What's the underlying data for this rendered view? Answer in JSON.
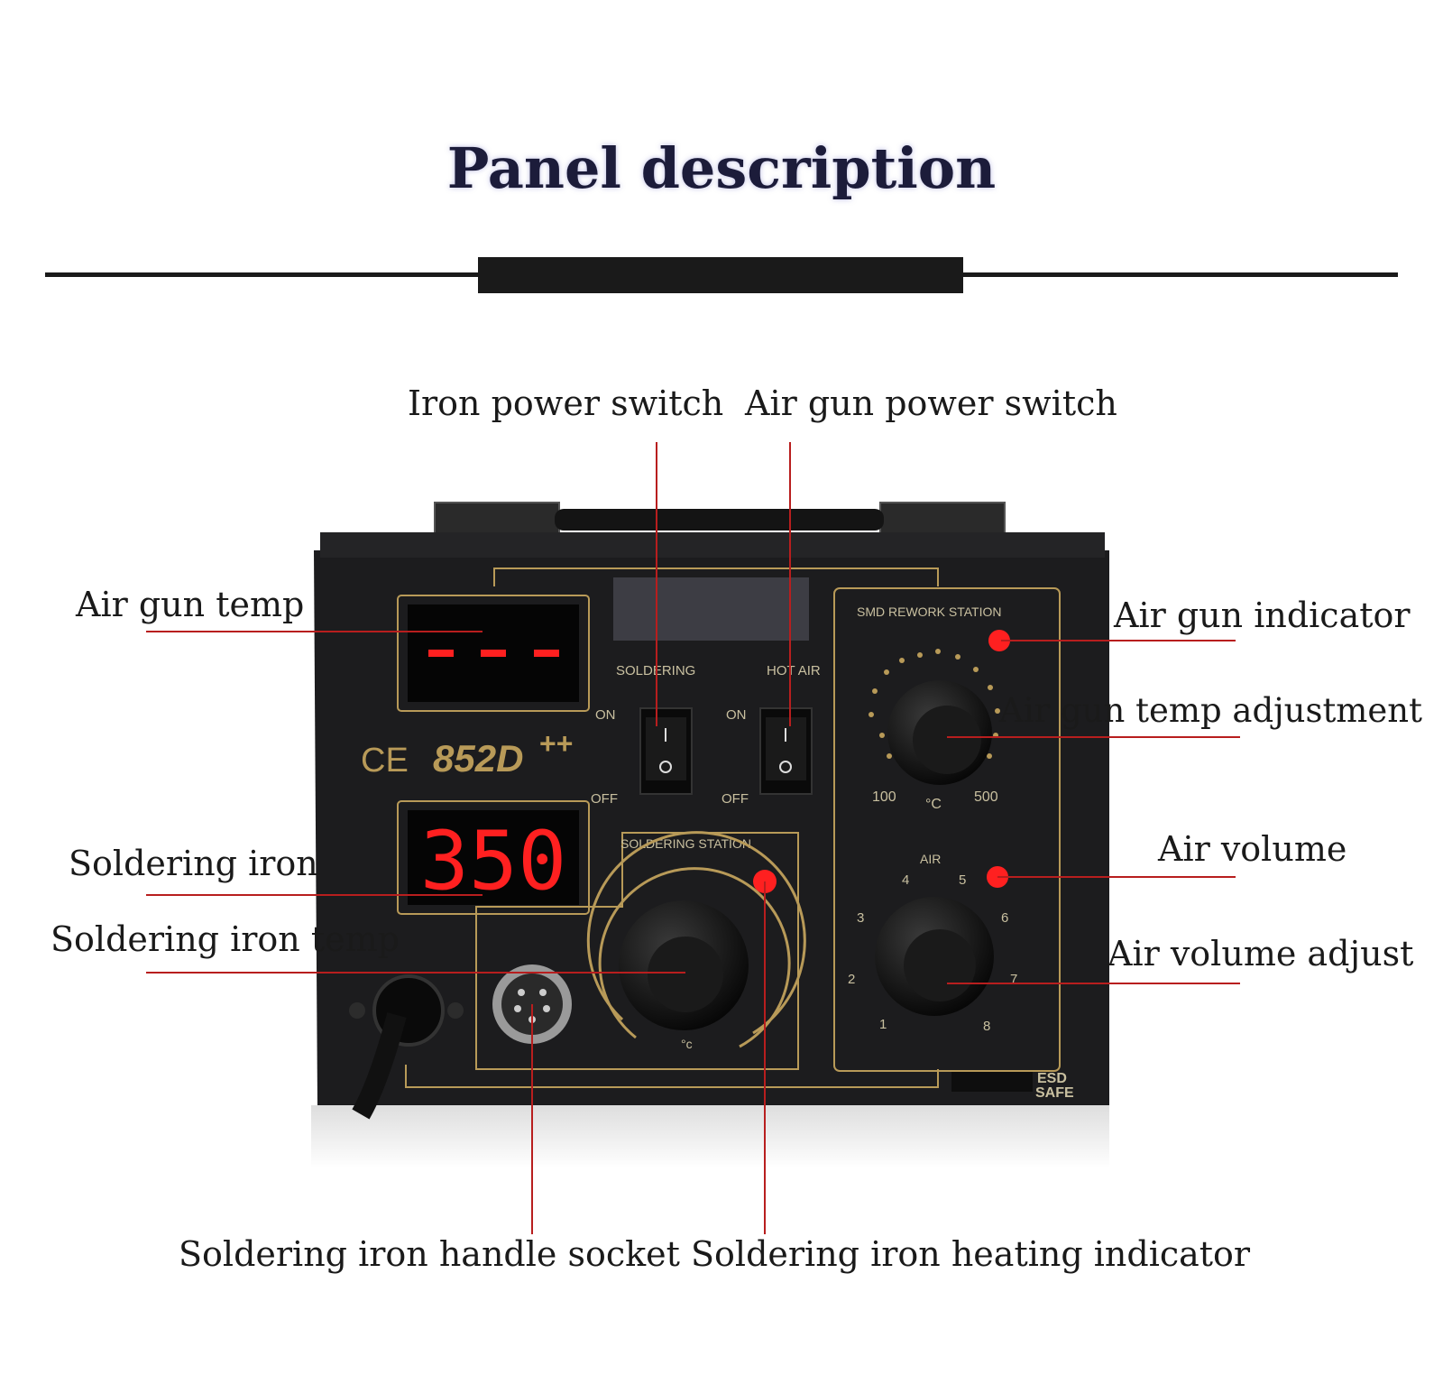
{
  "title": "Panel description",
  "callouts": {
    "iron_power_switch": "Iron power switch",
    "air_gun_power_switch": "Air gun power switch",
    "air_gun_temp": "Air gun temp",
    "air_gun_indicator": "Air gun indicator",
    "air_gun_temp_adjustment": "Air gun temp adjustment",
    "soldering_iron": "Soldering iron",
    "soldering_iron_temp": "Soldering iron temp",
    "air_volume": "Air volume",
    "air_volume_adjust": "Air volume adjust",
    "handle_socket": "Soldering iron handle socket",
    "heating_indicator": "Soldering iron heating indicator"
  },
  "device": {
    "model": "852D",
    "model_sup": "++",
    "ce_mark": "CE",
    "air_display": "- - -",
    "iron_display": "350",
    "soldering_label": "SOLDERING",
    "hotair_label": "HOT AIR",
    "on_label": "ON",
    "off_label": "OFF",
    "smd_label": "SMD REWORK STATION",
    "station_label": "SOLDERING STATION",
    "air_label": "AIR",
    "temp_min": "100",
    "temp_max": "500",
    "celsius": "°C",
    "celsius_small": "°c",
    "esd_line1": "ESD",
    "esd_line2": "SAFE",
    "air_scale": [
      "1",
      "2",
      "3",
      "4",
      "5",
      "6",
      "7",
      "8"
    ]
  },
  "colors": {
    "panel": "#1c1c1e",
    "gold": "#b89a58",
    "led_red": "#ff2020",
    "leader_red": "#b81e1e"
  }
}
